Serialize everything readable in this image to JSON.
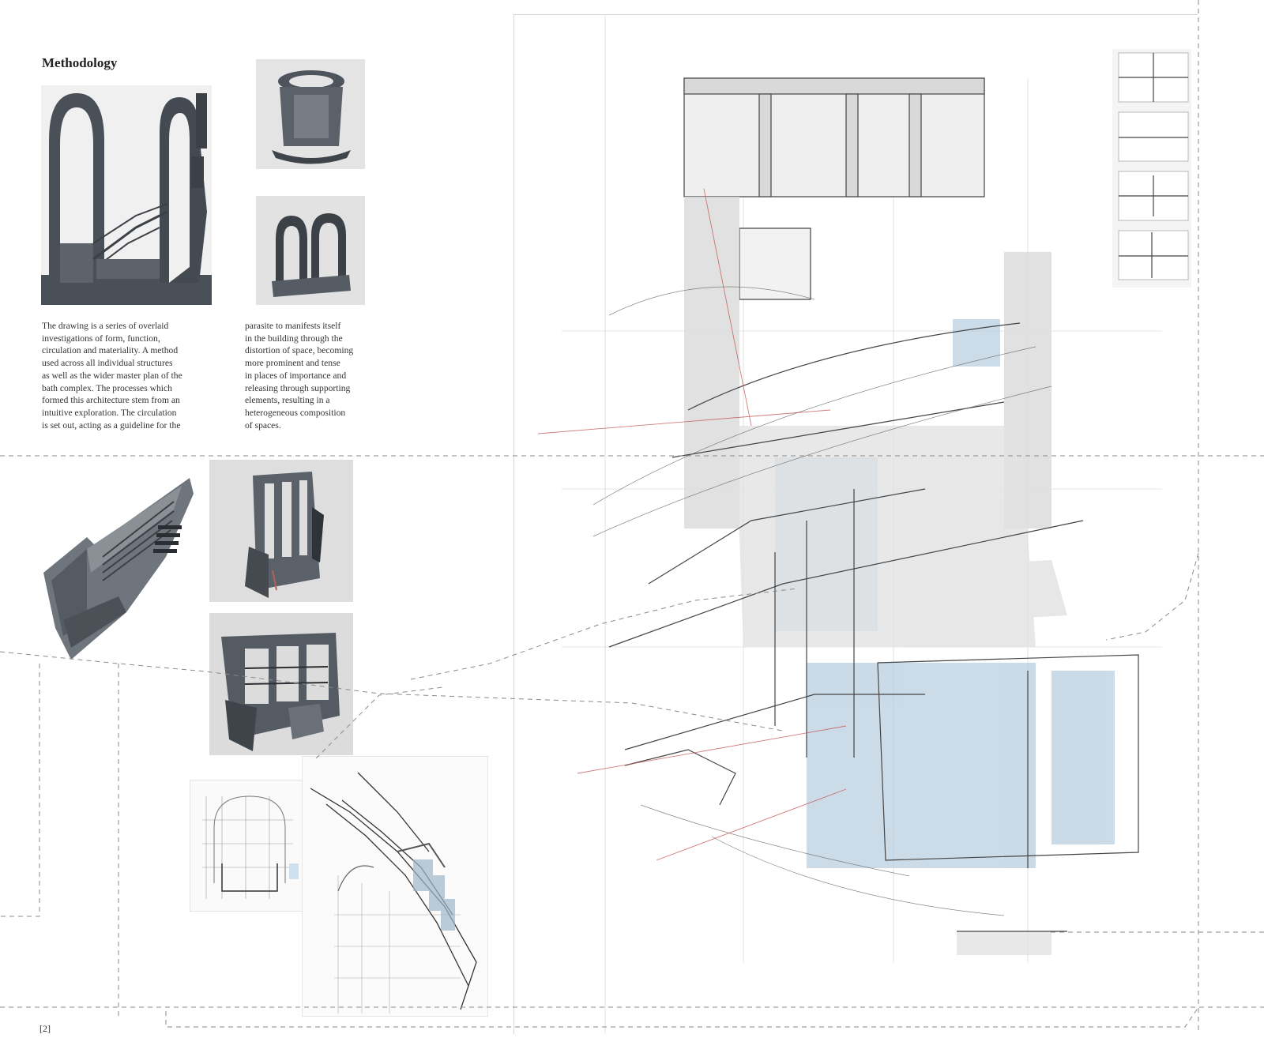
{
  "heading": "Methodology",
  "paragraph_left": [
    "The drawing is a series of overlaid",
    "investigations of form, function,",
    "circulation and materiality. A method",
    "used across all individual structures",
    "as well as the wider master plan of the",
    "bath complex. The processes which",
    "formed this architecture stem from an",
    "intuitive exploration. The circulation",
    "is set out, acting as a guideline for the"
  ],
  "paragraph_right": [
    "parasite to manifests itself",
    "in the building through the",
    "distortion of space, becoming",
    "more prominent and tense",
    "in places of importance and",
    "releasing through supporting",
    "elements, resulting in a",
    "heterogeneous composition",
    "of spaces."
  ],
  "page_number": "[2]",
  "colors": {
    "model_grey": "#4a5058",
    "pencil": "#555555",
    "wash_blue": "#b9cfe0",
    "red_line": "#c0504d",
    "dash": "#8a8a8a"
  },
  "images": [
    {
      "name": "model-photo-arch-large",
      "desc_icon": "arch-model-icon"
    },
    {
      "name": "model-photo-ring-top",
      "desc_icon": "ring-model-icon"
    },
    {
      "name": "model-photo-double-arch",
      "desc_icon": "double-arch-model-icon"
    },
    {
      "name": "model-cutout-stair",
      "desc_icon": "stair-model-icon"
    },
    {
      "name": "model-photo-wall-1",
      "desc_icon": "wall-model-icon"
    },
    {
      "name": "model-photo-wall-2",
      "desc_icon": "wall-model-icon"
    },
    {
      "name": "sketch-arch-section",
      "desc_icon": "sketch-icon"
    },
    {
      "name": "sketch-pencil-perspective",
      "desc_icon": "sketch-icon"
    },
    {
      "name": "main-overlay-drawing",
      "desc_icon": "plan-drawing-icon"
    },
    {
      "name": "sequence-thumbnails",
      "desc_icon": "sequence-icon"
    }
  ]
}
